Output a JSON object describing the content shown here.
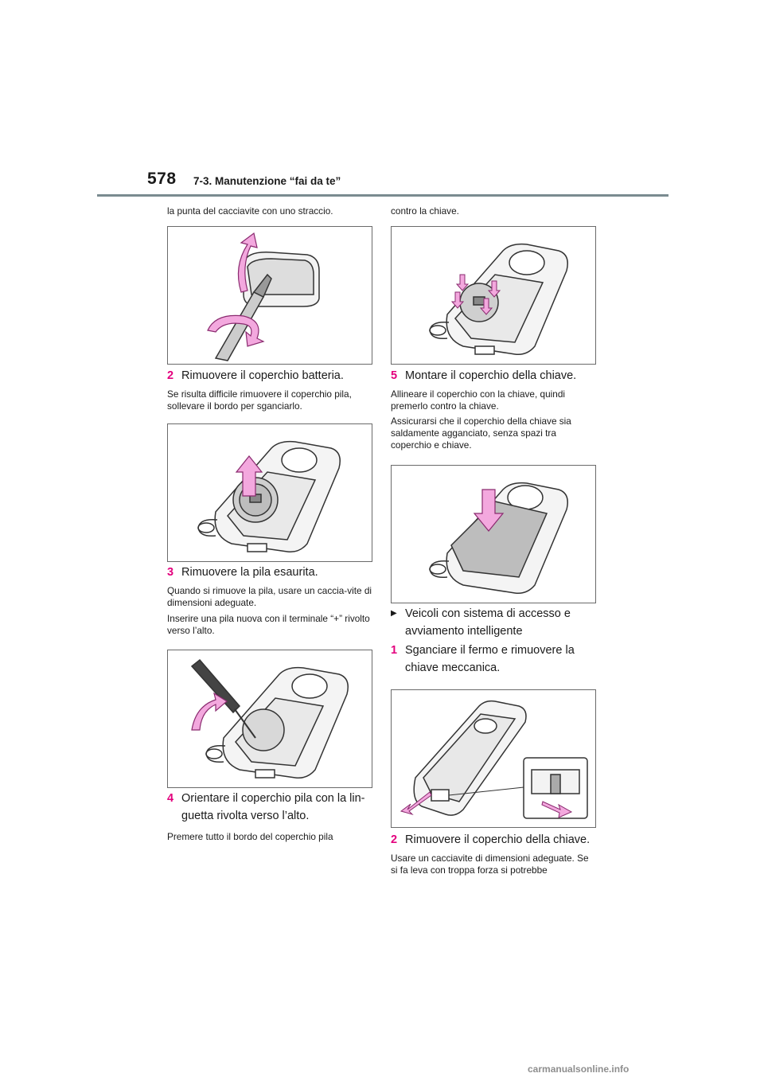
{
  "header": {
    "page_number": "578",
    "section_title": "7-3. Manutenzione “fai da te”"
  },
  "left": {
    "intro": "la punta del cacciavite con uno straccio.",
    "step2": {
      "num": "2",
      "title": "Rimuovere il coperchio batteria.",
      "note": "Se risulta difficile rimuovere il coperchio pila, sollevare il bordo per sganciarlo."
    },
    "step3": {
      "num": "3",
      "title": "Rimuovere la pila esaurita.",
      "note1": "Quando si rimuove la pila, usare un caccia-vite di dimensioni adeguate.",
      "note2": "Inserire una pila nuova con il terminale “+” rivolto verso l’alto."
    },
    "step4": {
      "num": "4",
      "title_line1": "Orientare il coperchio pila con la lin-",
      "title_line2": "guetta rivolta verso l’alto.",
      "note": "Premere tutto il bordo del coperchio pila"
    }
  },
  "right": {
    "intro": "contro la chiave.",
    "step5": {
      "num": "5",
      "title": "Montare il coperchio della chiave.",
      "note1": "Allineare il coperchio con la chiave, quindi premerlo contro la chiave.",
      "note2": "Assicurarsi che il coperchio della chiave sia saldamente agganciato, senza spazi tra coperchio e chiave."
    },
    "bullet": {
      "line1": "Veicoli con sistema di accesso e",
      "line2": "avviamento intelligente"
    },
    "step1": {
      "num": "1",
      "line1": "Sganciare il fermo e rimuovere la",
      "line2": "chiave meccanica."
    },
    "step2b": {
      "num": "2",
      "title": "Rimuovere il coperchio della chiave.",
      "note": "Usare un cacciavite di dimensioni adeguate. Se si fa leva con troppa forza si potrebbe"
    }
  },
  "footer": {
    "watermark": "carmanualsonline.info"
  },
  "colors": {
    "accent_pink": "#e3007d",
    "arrow_fill": "#f3a8de",
    "rule": "#7a8b90"
  },
  "icons": {
    "bullet": "triangle-right-icon"
  }
}
